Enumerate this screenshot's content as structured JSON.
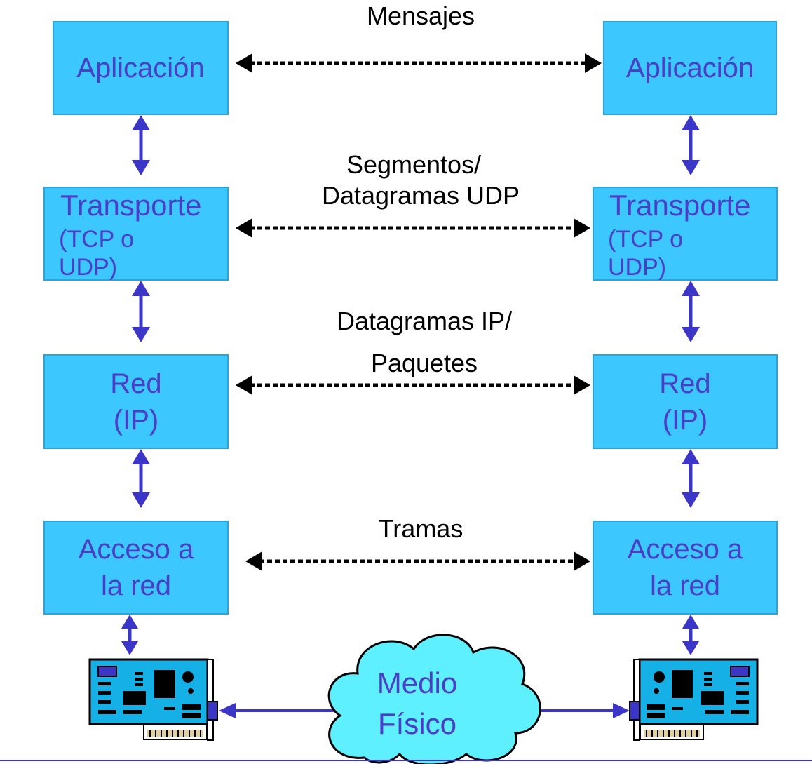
{
  "layers": {
    "left": {
      "app": "Aplicación",
      "transport": [
        "Transporte",
        "(TCP o",
        "UDP)"
      ],
      "network": [
        "Red",
        "(IP)"
      ],
      "access": [
        "Acceso a",
        "la red"
      ]
    },
    "right": {
      "app": "Aplicación",
      "transport": [
        "Transporte",
        "(TCP o",
        "UDP)"
      ],
      "network": [
        "Red",
        "(IP)"
      ],
      "access": [
        "Acceso a",
        "la red"
      ]
    }
  },
  "messages": {
    "app": "Mensajes",
    "transport": [
      "Segmentos/",
      "Datagramas UDP"
    ],
    "network": [
      "Datagramas IP/",
      "Paquetes"
    ],
    "access": "Tramas"
  },
  "medium": [
    "Medio",
    "Físico"
  ],
  "colors": {
    "box_fill": "#3cc8ff",
    "box_text": "#4a3ec8",
    "arrow_blue": "#3b36c8",
    "cloud_fill": "#5ff0ff"
  },
  "icons": {
    "nic": "network-card-icon",
    "cloud": "cloud-icon"
  }
}
